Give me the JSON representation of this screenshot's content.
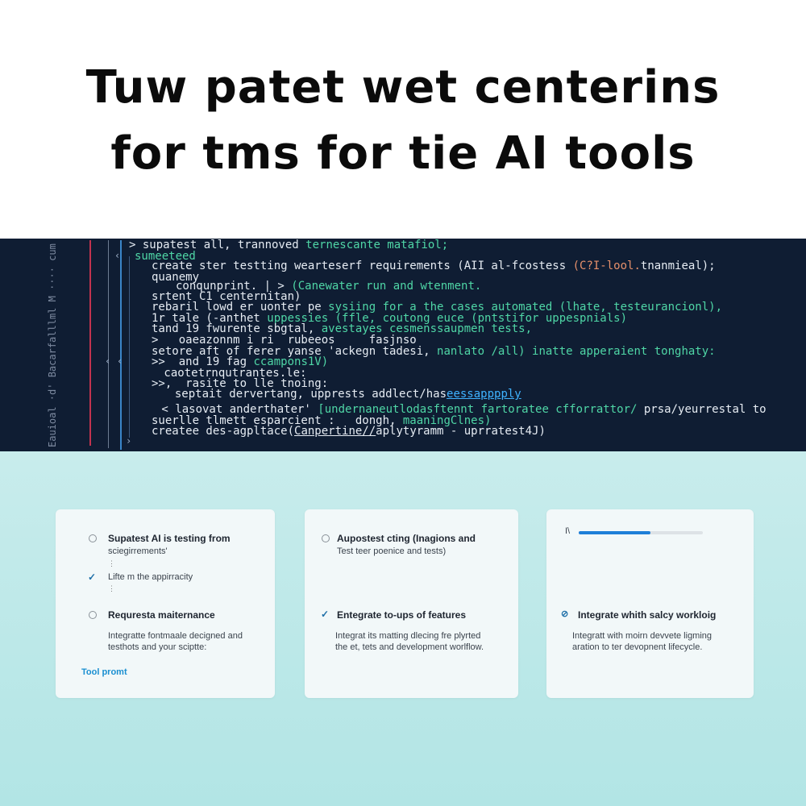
{
  "title": {
    "line1": "Tuw patet wet centerins",
    "line2": "for tms for tie AI tools"
  },
  "code": {
    "gutter": "Eauioal ·d' Bacarfalllml M ···· cum",
    "lines": [
      [
        "> supatest all, trannoved ",
        "ternescante matafiol;",
        ""
      ],
      [
        "sumeeteed",
        "",
        ""
      ],
      [
        "create ster testting wearteserf requirements (AII al-fcostess ",
        "(C?I-lool.",
        "tnanmieal);"
      ],
      [
        "quanemy",
        "",
        ""
      ],
      [
        "conqunprint. | > ",
        "(Canewater run and wtenment.",
        ""
      ],
      [
        "srtent C1 centernitan)",
        "",
        ""
      ],
      [
        "rebaril lowd er uonter pe ",
        "sysiing for a the cases automated (lhate, testeurancionl),",
        ""
      ],
      [
        "1r tale (-anthet ",
        "uppessies (ffle, coutong euce (pntstifor uppespnials)",
        ""
      ],
      [
        "tand 19 fwurente sbgtal, ",
        "avestayes cesmenssaupmen tests,",
        ""
      ],
      [
        ">   oaeazonnm i ri  rubeeos     fasjnso",
        "",
        ""
      ],
      [
        "setore aft of ferer yanse 'ackegn tadesi, ",
        "nanlato /all) inatte apperaient tonghaty:",
        ""
      ],
      [
        ">>  and 19 fag ",
        "ccampons1V)",
        ""
      ],
      [
        " caotetrnqutrantes.le:",
        "",
        ""
      ],
      [
        ">>,  rasite to lle tnoing:",
        "",
        ""
      ],
      [
        "  septait dervertang, upprests addlect/has",
        "eessapppply",
        ""
      ],
      [
        " < lasovat anderthater' ",
        "[undernaneutlodasftennt fartoratee cfforrattor/ ",
        "prsa/yeurrestal to"
      ],
      [
        "suerlle tlmett esparcient :   dongh, ",
        "maaningClnes)",
        ""
      ],
      [
        "createe des-agpltace(",
        "Canpertine//",
        "aplytyramm - uprratest4J)"
      ]
    ]
  },
  "cards": [
    {
      "items": [
        {
          "type": "radio",
          "label": "Supatest AI is testing from",
          "sub": "sciegirrements'"
        },
        {
          "type": "check",
          "label": "Lifte m the appirracity"
        },
        {
          "type": "radio",
          "label": "Requresta maiternance",
          "desc1": "Integratte fontmaale decigned  and",
          "desc2": "testhots and your sciptte:"
        }
      ],
      "link": "Tool promt"
    },
    {
      "items": [
        {
          "type": "radio",
          "label": "Aupostest cting (Inagions and",
          "sub": "Test teer poenice and tests)"
        },
        {
          "type": "check",
          "label": "Entegrate to-ups of features",
          "desc1": "Integrat its matting dlecing fre plyrted",
          "desc2": "the et, tets and development worlflow."
        }
      ]
    },
    {
      "progress_label": "I\\",
      "progress": 0.58,
      "items": [
        {
          "type": "check-circle",
          "label": "Integrate whith salcy workloig",
          "desc1": "Integratt with moirn devvete ligming",
          "desc2": "aration to ter devopnent lifecycle."
        }
      ]
    }
  ],
  "colors": {
    "code_bg": "#0f1d33",
    "accent": "#1e7fd8",
    "code_green": "#4fd6a6",
    "code_orange": "#e6906b"
  }
}
